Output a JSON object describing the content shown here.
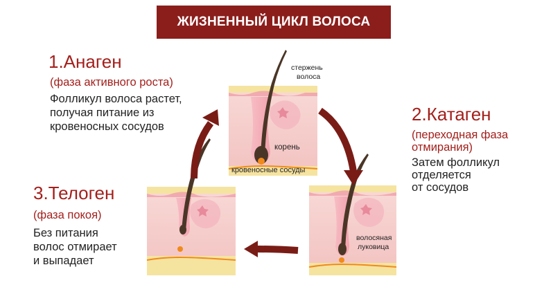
{
  "title": "ЖИЗНЕННЫЙ ЦИКЛ ВОЛОСА",
  "anagen": {
    "heading": "1.Анаген",
    "subtitle": "(фаза активного роста)",
    "description": [
      "Фолликул волоса растет,",
      "получая питание из",
      "кровеносных сосудов"
    ]
  },
  "catagen": {
    "heading": "2.Катаген",
    "subtitle": [
      "(переходная фаза",
      "отмирания)"
    ],
    "description": [
      "Затем фолликул",
      "отделяется",
      "от сосудов"
    ]
  },
  "telogen": {
    "heading": "3.Телоген",
    "subtitle": "(фаза покоя)",
    "description": [
      "Без питания",
      "волос отмирает",
      "и выпадает"
    ]
  },
  "labels": {
    "shaft": [
      "стержень",
      "волоса"
    ],
    "root": "корень",
    "vessels": "кровеносные сосуды",
    "bulb": [
      "волосяная",
      "луковица"
    ]
  },
  "colors": {
    "title_bg": "#8b1e1b",
    "heading": "#a3201c",
    "arrow": "#7a1c16",
    "skin": "#f5c9c9",
    "hair": "#4a3627",
    "papilla": "#f08a1c",
    "fat_layer": "#f5e3a0"
  }
}
